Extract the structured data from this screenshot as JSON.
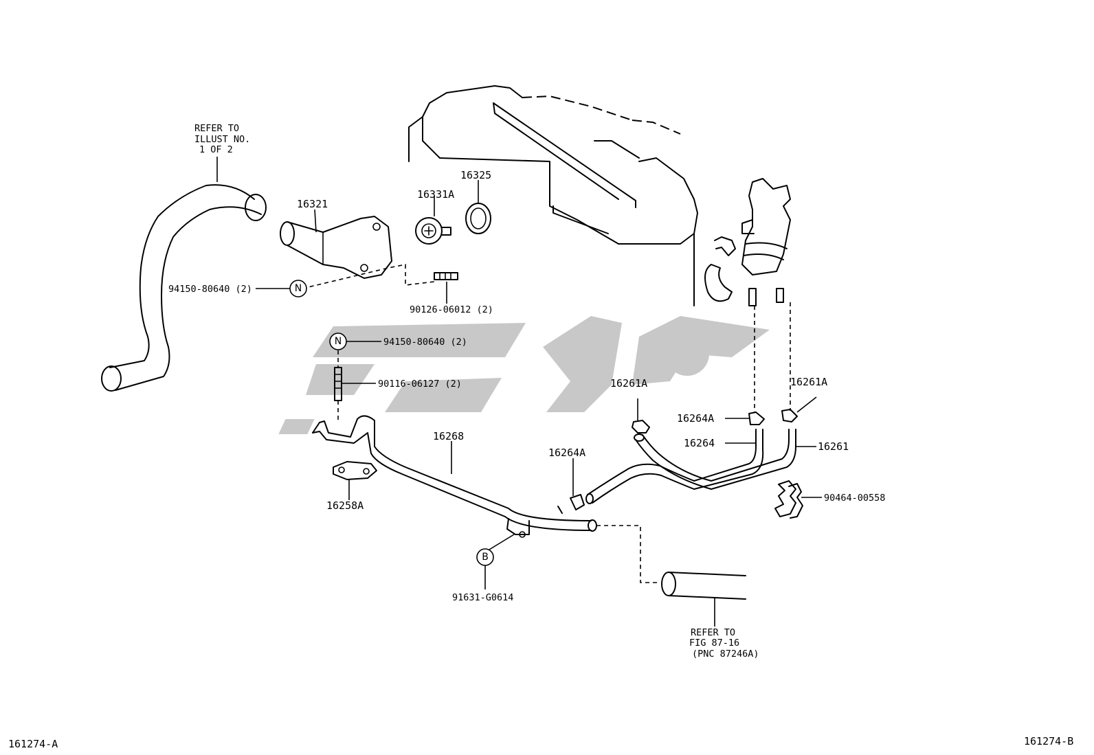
{
  "callouts": {
    "refer_illust": [
      "REFER TO",
      "ILLUST NO.",
      "1 OF 2"
    ],
    "p16321": "16321",
    "p16331a": "16331A",
    "p16325": "16325",
    "p94150_top": "94150-80640 (2)",
    "p90126": "90126-06012 (2)",
    "p94150_mid": "94150-80640 (2)",
    "p90116": "90116-06127 (2)",
    "p16268": "16268",
    "p16258a": "16258A",
    "p16264a_mid": "16264A",
    "p91631": "91631-G0614",
    "p16261a_left": "16261A",
    "p16261a_right": "16261A",
    "p16264a_right": "16264A",
    "p16264": "16264",
    "p16261": "16261",
    "p90464": "90464-00558",
    "refer_fig": [
      "REFER TO",
      "FIG 87-16",
      "(PNC 87246A)"
    ]
  },
  "badges": {
    "n1": "N",
    "n2": "N",
    "b": "B"
  },
  "footer": {
    "left_code": "161274-A",
    "right_code": "161274-B"
  },
  "icons": [
    "engine-outline",
    "radiator-hose",
    "water-inlet",
    "thermostat",
    "gasket",
    "bypass-pipe",
    "heater-hoses",
    "clips",
    "watermark-logo"
  ]
}
